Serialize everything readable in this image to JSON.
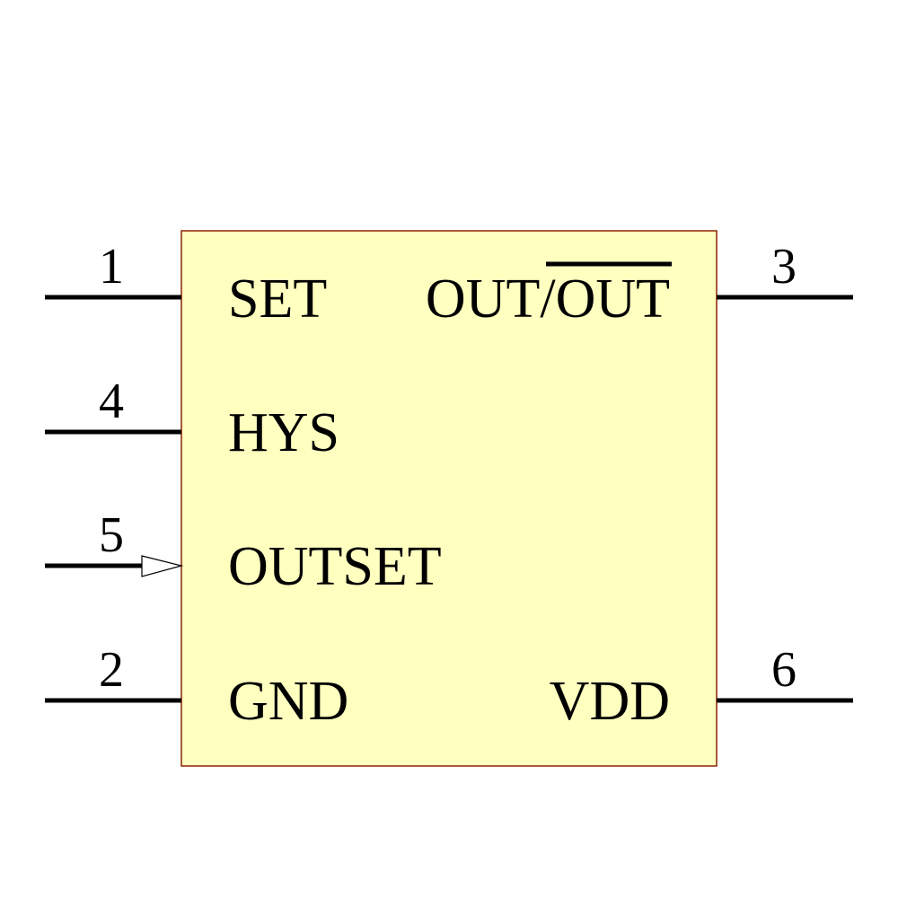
{
  "component": {
    "body_fill": "#ffffc0",
    "body_stroke": "#8b2500",
    "pin_color": "#000000"
  },
  "pins": {
    "set": {
      "number": "1",
      "name": "SET"
    },
    "hys": {
      "number": "4",
      "name": "HYS"
    },
    "outset": {
      "number": "5",
      "name": "OUTSET",
      "input_arrow": true
    },
    "gnd": {
      "number": "2",
      "name": "GND"
    },
    "out": {
      "number": "3",
      "name_prefix": "OUT/",
      "name_overbar": "OUT"
    },
    "vdd": {
      "number": "6",
      "name": "VDD"
    }
  }
}
